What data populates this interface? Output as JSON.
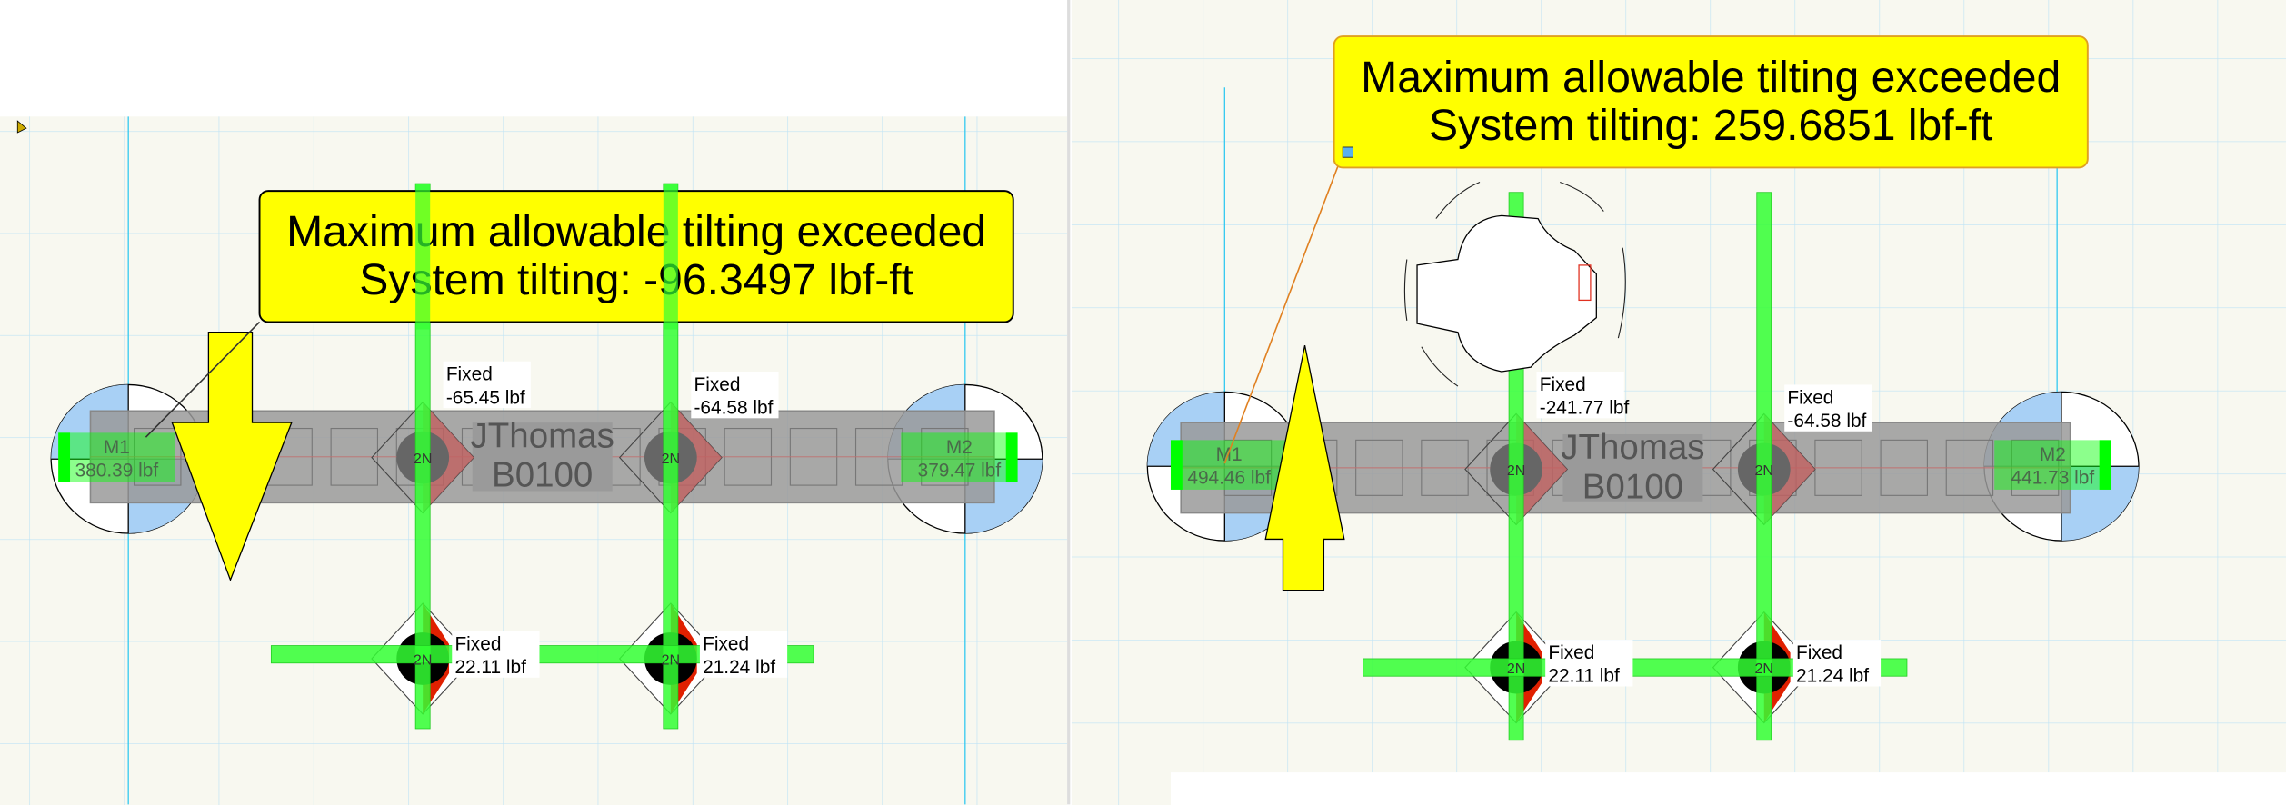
{
  "colors": {
    "canvas": "#f8f8f0",
    "grid": "#bfe3f5",
    "callout": "#ffff00",
    "beam": "#9a9a9a",
    "rail": "#33ff33",
    "support": "#00ff00",
    "quadrant": "#a8d0f5",
    "arrow": "#ffff00",
    "marker_red": "#e02000"
  },
  "left_view": {
    "callout": {
      "line1": "Maximum allowable tilting exceeded",
      "line2": "System tilting: -96.3497 lbf-ft"
    },
    "tilt_arrow": "arrow-down",
    "beam": {
      "line1": "JThomas",
      "line2": "B0100"
    },
    "supports": [
      {
        "name": "M1",
        "load": "380.39 lbf"
      },
      {
        "name": "M2",
        "load": "379.47 lbf"
      }
    ],
    "top_fixtures": [
      {
        "knob": "2N",
        "state": "Fixed",
        "load": "-65.45 lbf"
      },
      {
        "knob": "2N",
        "state": "Fixed",
        "load": "-64.58 lbf"
      }
    ],
    "bottom_fixtures": [
      {
        "knob": "2N",
        "state": "Fixed",
        "load": "22.11 lbf"
      },
      {
        "knob": "2N",
        "state": "Fixed",
        "load": "21.24 lbf"
      }
    ]
  },
  "right_view": {
    "callout": {
      "line1": "Maximum allowable tilting exceeded",
      "line2": "System tilting: 259.6851 lbf-ft"
    },
    "tilt_arrow": "arrow-up",
    "beam": {
      "line1": "JThomas",
      "line2": "B0100"
    },
    "supports": [
      {
        "name": "M1",
        "load": "494.46 lbf"
      },
      {
        "name": "M2",
        "load": "441.73 lbf"
      }
    ],
    "top_fixtures": [
      {
        "knob": "2N",
        "state": "Fixed",
        "load": "-241.77 lbf"
      },
      {
        "knob": "2N",
        "state": "Fixed",
        "load": "-64.58 lbf"
      }
    ],
    "bottom_fixtures": [
      {
        "knob": "2N",
        "state": "Fixed",
        "load": "22.11 lbf"
      },
      {
        "knob": "2N",
        "state": "Fixed",
        "load": "21.24 lbf"
      }
    ]
  }
}
